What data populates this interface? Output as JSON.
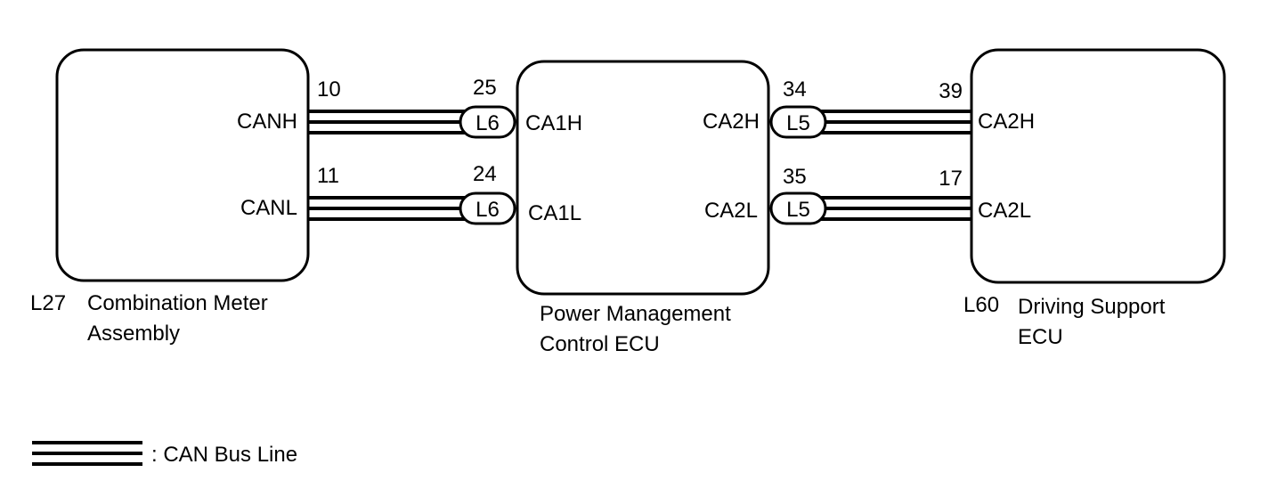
{
  "components": [
    {
      "id": "combination-meter",
      "code": "L27",
      "name_lines": [
        "Combination Meter",
        "Assembly"
      ]
    },
    {
      "id": "power-management",
      "code": "",
      "name_lines": [
        "Power Management",
        "Control ECU"
      ]
    },
    {
      "id": "driving-support",
      "code": "L60",
      "name_lines": [
        "Driving Support",
        "ECU"
      ]
    }
  ],
  "terminals": {
    "meter_canh": "CANH",
    "meter_canl": "CANL",
    "pm_ca1h": "CA1H",
    "pm_ca1l": "CA1L",
    "pm_ca2h": "CA2H",
    "pm_ca2l": "CA2L",
    "ds_ca2h": "CA2H",
    "ds_ca2l": "CA2L"
  },
  "pins": {
    "meter_canh": "10",
    "meter_canl": "11",
    "pm_ca1h": "25",
    "pm_ca1l": "24",
    "pm_ca2h": "34",
    "pm_ca2l": "35",
    "ds_ca2h": "39",
    "ds_ca2l": "17"
  },
  "connectors": {
    "pm_left_top": "L6",
    "pm_left_bottom": "L6",
    "pm_right_top": "L5",
    "pm_right_bottom": "L5"
  },
  "legend": {
    "label": ": CAN Bus Line"
  }
}
